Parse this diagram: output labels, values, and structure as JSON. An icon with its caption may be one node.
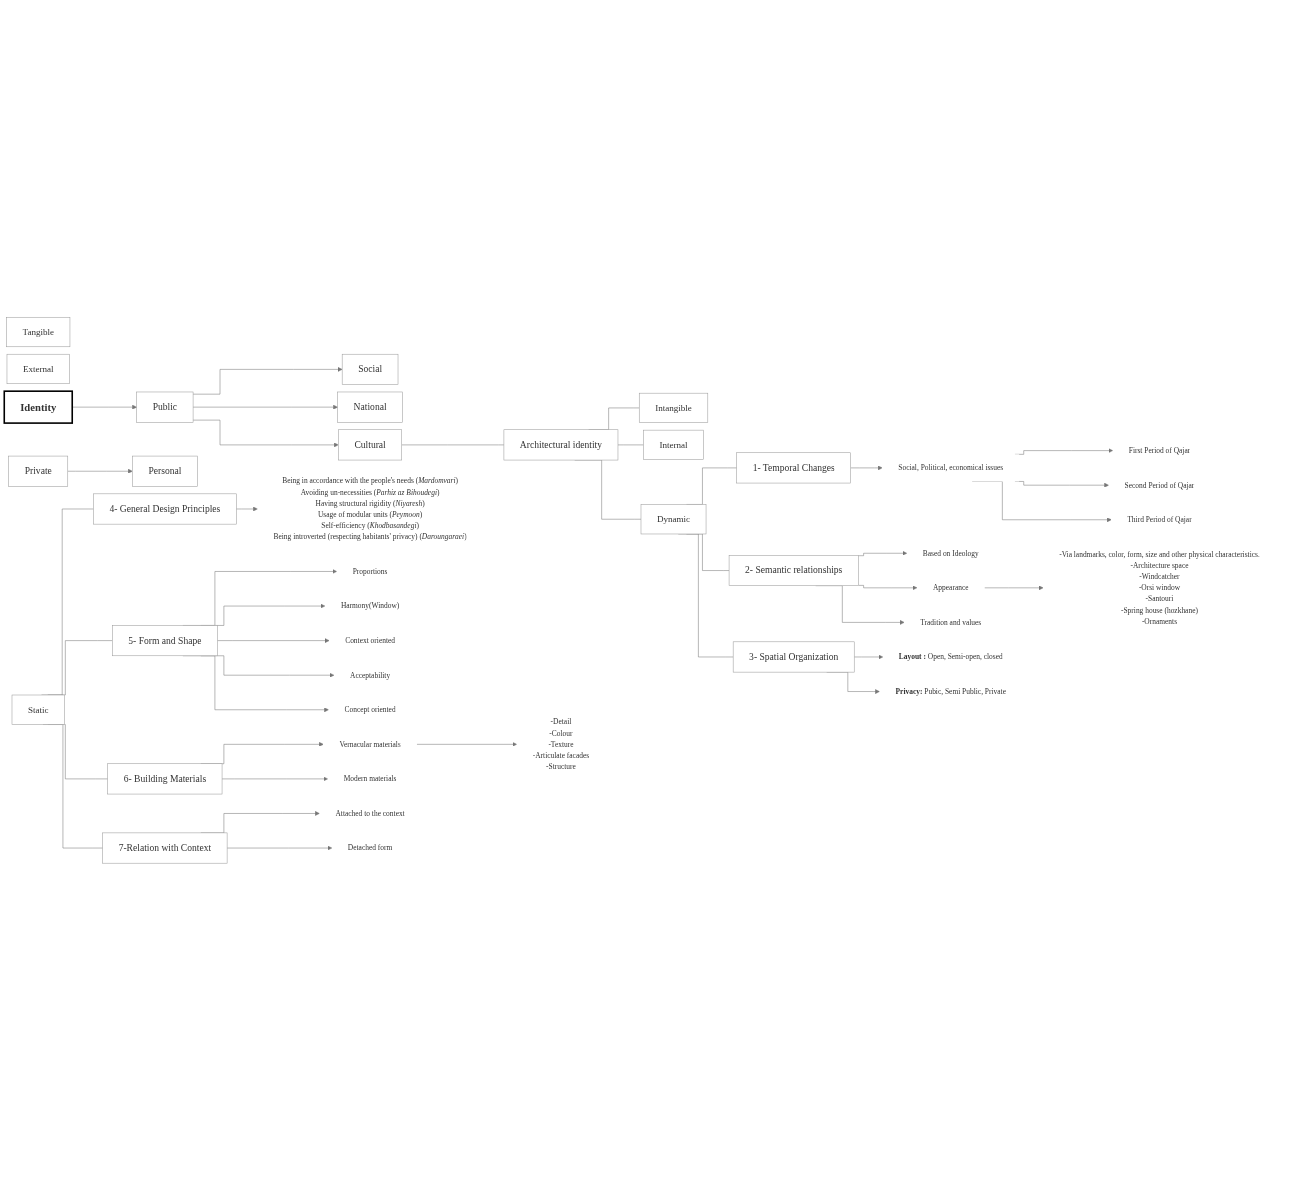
{
  "diagram": {
    "nodes": [
      {
        "text": [
          "Identity"
        ]
      },
      {
        "text": [
          "Private"
        ]
      },
      {
        "text": [
          "Public"
        ]
      },
      {
        "text": [
          "Personal"
        ]
      },
      {
        "text": [
          "Social"
        ]
      },
      {
        "text": [
          "National"
        ]
      },
      {
        "text": [
          "Cultural"
        ]
      },
      {
        "text": [
          "Architectural identity"
        ]
      },
      {
        "text": [
          "Intangible"
        ]
      },
      {
        "text": [
          "Internal"
        ]
      },
      {
        "text": [
          "Dynamic"
        ]
      },
      {
        "text": [
          "Tangible"
        ]
      },
      {
        "text": [
          "External"
        ]
      },
      {
        "text": [
          "Static"
        ]
      },
      {
        "text": [
          "1- Temporal Changes"
        ]
      },
      {
        "text": [
          "2- Semantic relationships"
        ]
      },
      {
        "text": [
          "3- Spatial Organization"
        ]
      },
      {
        "text": [
          "4- General Design Principles"
        ]
      },
      {
        "text": [
          "5- Form and Shape"
        ]
      },
      {
        "text": [
          "6- Building Materials"
        ]
      },
      {
        "text": [
          "7-Relation with Context"
        ]
      },
      {
        "text": [
          "Social, Political, economical issues"
        ]
      },
      {
        "text": [
          "First Period of Qajar"
        ]
      },
      {
        "text": [
          "Second Period of Qajar"
        ]
      },
      {
        "text": [
          "Third Period of Qajar"
        ]
      },
      {
        "text": [
          "Based on Ideology"
        ]
      },
      {
        "text": [
          "Appearance"
        ]
      },
      {
        "text": [
          "Tradition and values"
        ]
      },
      {
        "text": [
          "-Via landmarks, color, form, size and other physical characteristics.",
          "-Architecture space",
          "-Windcatcher",
          "-Orsi window",
          "-Santouri",
          "-Spring house (hozkhane)",
          "-Ornaments"
        ]
      },
      {
        "text": [
          "**Layout :** Open, Semi-open, closed"
        ]
      },
      {
        "text": [
          "**Privacy:** Pubic, Semi Public, Private"
        ]
      },
      {
        "text": [
          "Being in accordance with the people's needs (*Mardomvari*)",
          "Avoiding un-necessities (*Parhiz az Bihoudegi*)",
          "Having structural rigidity (*Niyaresh*)",
          "Usage of modular units (*Peymoon*)",
          "Self-efficiency (*Khodbasandegi*)",
          "Being introverted (respecting habitants' privacy) (*Daroungaraei*)"
        ]
      },
      {
        "text": [
          "Proportions"
        ]
      },
      {
        "text": [
          "Harmony(Window)"
        ]
      },
      {
        "text": [
          "Context oriented"
        ]
      },
      {
        "text": [
          "Acceptability"
        ]
      },
      {
        "text": [
          "Concept oriented"
        ]
      },
      {
        "text": [
          "Vernacular materials"
        ]
      },
      {
        "text": [
          "Modern materials"
        ]
      },
      {
        "text": [
          "-Detail",
          "-Colour",
          "-Texture",
          "-Articulate facades",
          "-Structure"
        ]
      },
      {
        "text": [
          "Attached to the context"
        ]
      },
      {
        "text": [
          "Detached form"
        ]
      }
    ],
    "edges": [
      {
        "from": 0,
        "to": 2,
        "arrow": "to"
      },
      {
        "from": 1,
        "to": 3,
        "arrow": "to"
      },
      {
        "from": 2,
        "to": 4,
        "arrow": "to"
      },
      {
        "from": 2,
        "to": 5,
        "arrow": "to"
      },
      {
        "from": 2,
        "to": 6,
        "arrow": "to"
      },
      {
        "from": 6,
        "to": 7,
        "arrow": "none"
      },
      {
        "from": 7,
        "to": 8,
        "arrow": "none"
      },
      {
        "from": 7,
        "to": 9,
        "arrow": "none"
      },
      {
        "from": 7,
        "to": 10,
        "arrow": "none"
      },
      {
        "from": 10,
        "to": 14,
        "arrow": "none"
      },
      {
        "from": 10,
        "to": 15,
        "arrow": "none"
      },
      {
        "from": 10,
        "to": 16,
        "arrow": "none"
      },
      {
        "from": 13,
        "to": 17,
        "arrow": "none"
      },
      {
        "from": 13,
        "to": 18,
        "arrow": "none"
      },
      {
        "from": 13,
        "to": 19,
        "arrow": "none"
      },
      {
        "from": 13,
        "to": 20,
        "arrow": "none"
      },
      {
        "from": 14,
        "to": 21,
        "arrow": "to"
      },
      {
        "from": 21,
        "to": 22,
        "arrow": "to"
      },
      {
        "from": 21,
        "to": 23,
        "arrow": "to"
      },
      {
        "from": 21,
        "to": 24,
        "arrow": "to"
      },
      {
        "from": 15,
        "to": 25,
        "arrow": "to"
      },
      {
        "from": 15,
        "to": 26,
        "arrow": "to"
      },
      {
        "from": 15,
        "to": 27,
        "arrow": "to"
      },
      {
        "from": 26,
        "to": 28,
        "arrow": "to"
      },
      {
        "from": 16,
        "to": 29,
        "arrow": "to"
      },
      {
        "from": 16,
        "to": 30,
        "arrow": "to"
      },
      {
        "from": 17,
        "to": 31,
        "arrow": "to"
      },
      {
        "from": 18,
        "to": 32,
        "arrow": "to"
      },
      {
        "from": 18,
        "to": 33,
        "arrow": "to"
      },
      {
        "from": 18,
        "to": 34,
        "arrow": "to"
      },
      {
        "from": 18,
        "to": 35,
        "arrow": "to"
      },
      {
        "from": 18,
        "to": 36,
        "arrow": "to"
      },
      {
        "from": 19,
        "to": 37,
        "arrow": "to"
      },
      {
        "from": 19,
        "to": 38,
        "arrow": "to"
      },
      {
        "from": 37,
        "to": 39,
        "arrow": "to"
      },
      {
        "from": 20,
        "to": 40,
        "arrow": "to"
      },
      {
        "from": 20,
        "to": 41,
        "arrow": "to"
      }
    ]
  }
}
